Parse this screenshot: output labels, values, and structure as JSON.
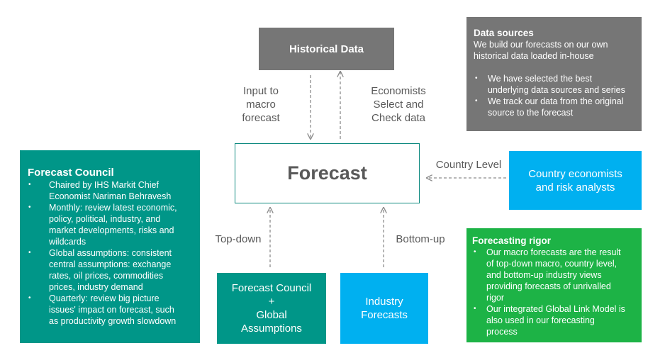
{
  "nodes": {
    "historical": "Historical Data",
    "forecast": "Forecast",
    "country": [
      "Country economists",
      "and risk analysts"
    ],
    "council": [
      "Forecast Council",
      "+",
      "Global",
      "Assumptions"
    ],
    "industry": [
      "Industry",
      "Forecasts"
    ]
  },
  "labels": {
    "input": [
      "Input to",
      "macro",
      "forecast"
    ],
    "economists": [
      "Economists",
      "Select and",
      "Check data"
    ],
    "country_level": "Country Level",
    "top_down": "Top-down",
    "bottom_up": "Bottom-up"
  },
  "data_sources": {
    "title": "Data sources",
    "intro": [
      "We build our forecasts on our own",
      "historical data loaded in-house"
    ],
    "bullets": [
      [
        "We have selected the best",
        "underlying data sources and series"
      ],
      [
        "We track our data from the original",
        "source to the forecast"
      ]
    ]
  },
  "forecast_council": {
    "title": "Forecast Council",
    "bullets": [
      [
        "Chaired by IHS Markit Chief",
        "Economist Nariman Behravesh"
      ],
      [
        "Monthly: review latest economic,",
        "policy, political, industry, and",
        "market developments, risks and",
        "wildcards"
      ],
      [
        "Global assumptions: consistent",
        "central assumptions: exchange",
        "rates, oil prices, commodities",
        "prices, industry demand"
      ],
      [
        "Quarterly: review big picture",
        "issues' impact on forecast, such",
        "as productivity growth slowdown"
      ]
    ]
  },
  "forecasting_rigor": {
    "title": "Forecasting rigor",
    "bullets": [
      [
        "Our macro forecasts are the result",
        "of top-down macro, country level,",
        "and bottom-up industry views",
        "providing forecasts of unrivalled",
        "rigor"
      ],
      [
        "Our integrated Global Link Model is",
        "also used in our forecasting",
        "process"
      ]
    ]
  },
  "colors": {
    "grey": "#767676",
    "teal": "#009688",
    "blue": "#00b0f0",
    "green": "#1db346",
    "arrow": "#8c8c8c"
  }
}
